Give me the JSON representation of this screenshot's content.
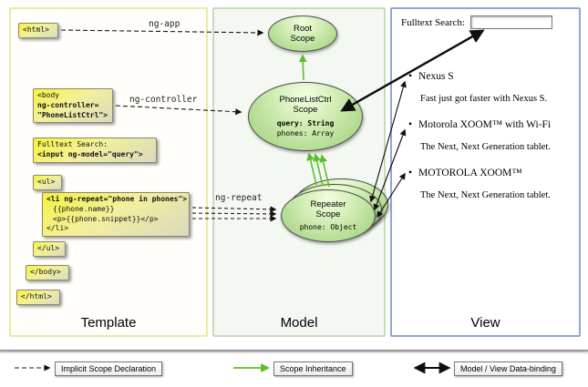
{
  "panels": {
    "template": {
      "label": "Template"
    },
    "model": {
      "label": "Model"
    },
    "view": {
      "label": "View"
    }
  },
  "annotations": {
    "ng_app": "ng-app",
    "ng_controller": "ng-controller",
    "ng_repeat": "ng-repeat"
  },
  "template_code": {
    "html_open": "<html>",
    "body_open": {
      "line1": "<body",
      "line2": "ng-controller=",
      "line3": "\"PhoneListCtrl\">"
    },
    "search_box": {
      "line1": "Fulltext Search:",
      "line2": "<input ng-model=\"query\">"
    },
    "ul_open": "<ul>",
    "li_lines": [
      "<li ng-repeat=\"phone in phones\">",
      "{{phone.name}}",
      "<p>{{phone.snippet}}</p>",
      "</li>"
    ],
    "ul_close": "</ul>",
    "body_close": "</body>",
    "html_close": "</html>"
  },
  "model": {
    "root_scope": {
      "title": "Root\nScope"
    },
    "phonelist_scope": {
      "title": "PhoneListCtrl\nScope",
      "prop_query": "query: String",
      "prop_phones": "phones: Array"
    },
    "repeater_scope": {
      "title": "Repeater\nScope",
      "prop_phone": "phone: Object"
    }
  },
  "view": {
    "search_label": "Fulltext Search:",
    "items": [
      {
        "title": "Nexus S",
        "desc": "Fast just got faster with Nexus S."
      },
      {
        "title": "Motorola XOOM™ with Wi-Fi",
        "desc": "The Next, Next Generation tablet."
      },
      {
        "title": "MOTOROLA XOOM™",
        "desc": "The Next, Next Generation tablet."
      }
    ]
  },
  "legend": {
    "implicit": "Implicit Scope Declaration",
    "inheritance": "Scope Inheritance",
    "databinding": "Model / View Data-binding"
  },
  "colors": {
    "inheritance_green": "#5cbf2a",
    "arrow_black": "#101010",
    "code_box_yellow": "#f6f23e",
    "scope_green": "#9bce78"
  }
}
